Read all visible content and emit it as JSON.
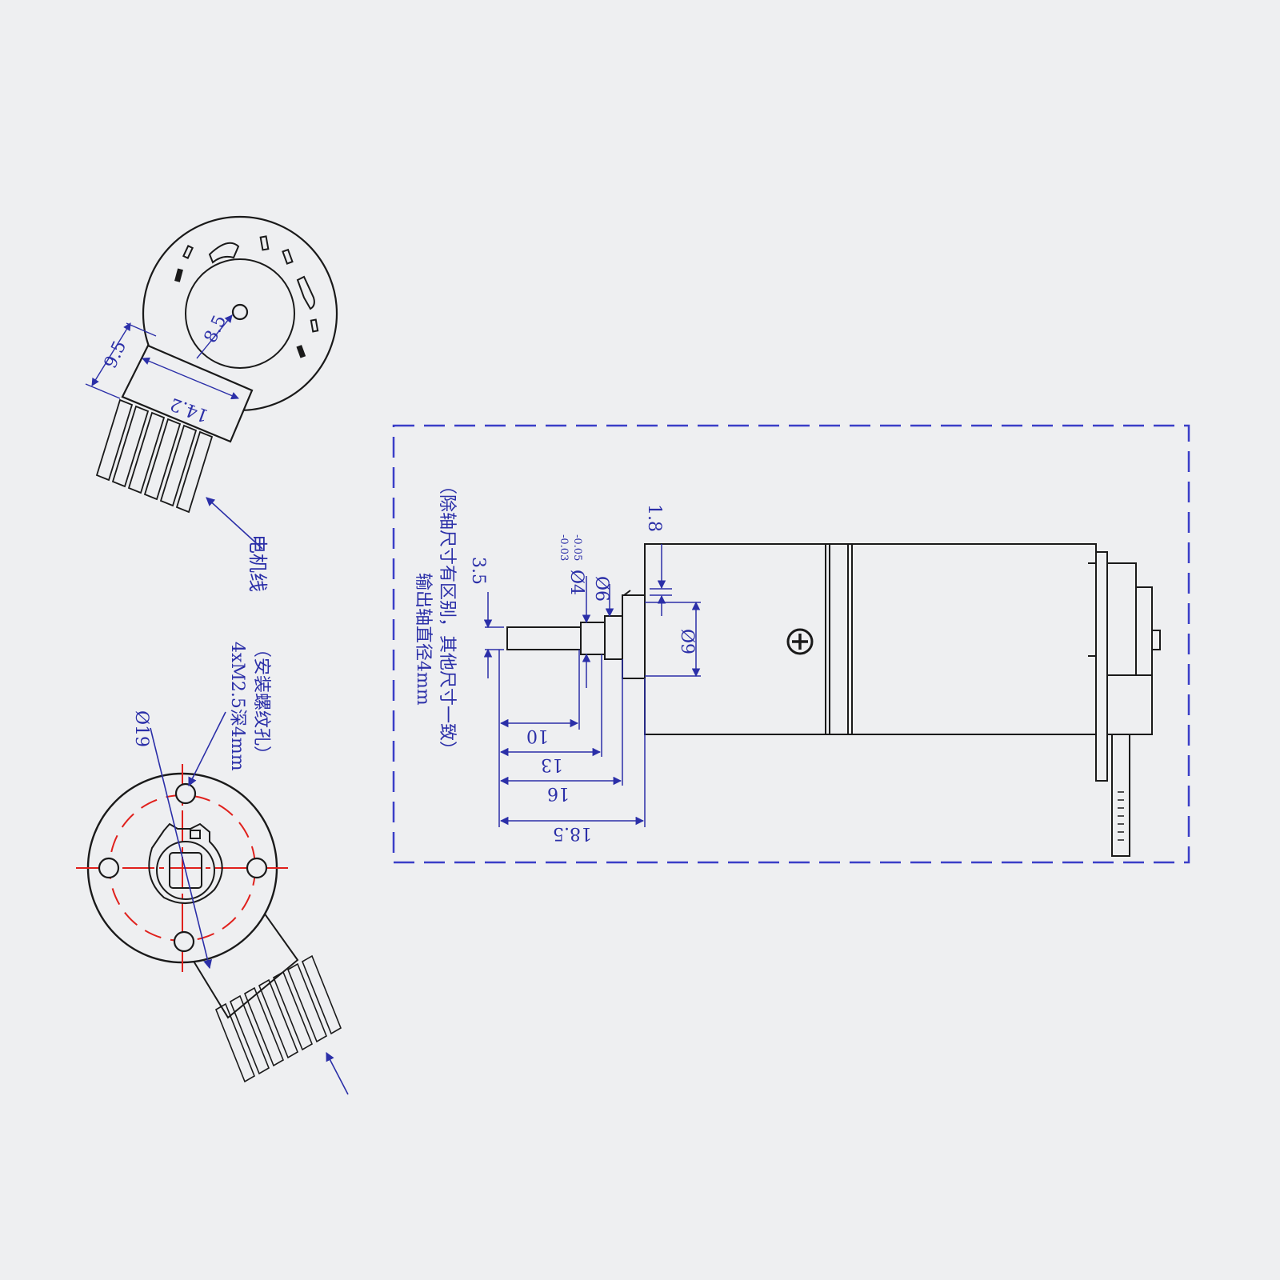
{
  "colors": {
    "background": "#eeeff1",
    "outline": "#1a1a1a",
    "dimension": "#2b2fa8",
    "centerline": "#e0201c",
    "frame": "#3a3ec8"
  },
  "encoder_view": {
    "dims": {
      "d1": "9.5",
      "d2": "8.5",
      "d3": "14.2"
    },
    "wire_label": "电机线"
  },
  "front_view": {
    "dia_label": "Ø19",
    "hole_spec": "4xM2.5深4mm",
    "hole_note": "（安装螺纹孔）"
  },
  "side_view": {
    "note_line1": "输出轴直径4mm",
    "note_line2": "（除轴尺寸有区别，其他尺寸一致）",
    "dims": {
      "d35": "3.5",
      "d4": "Ø4",
      "tol_upper": "-0.03",
      "tol_lower": "-0.05",
      "d6": "Ø6",
      "d18": "1.8",
      "d9": "Ø9",
      "l10": "10",
      "l13": "13",
      "l16": "16",
      "l185": "18.5"
    }
  }
}
